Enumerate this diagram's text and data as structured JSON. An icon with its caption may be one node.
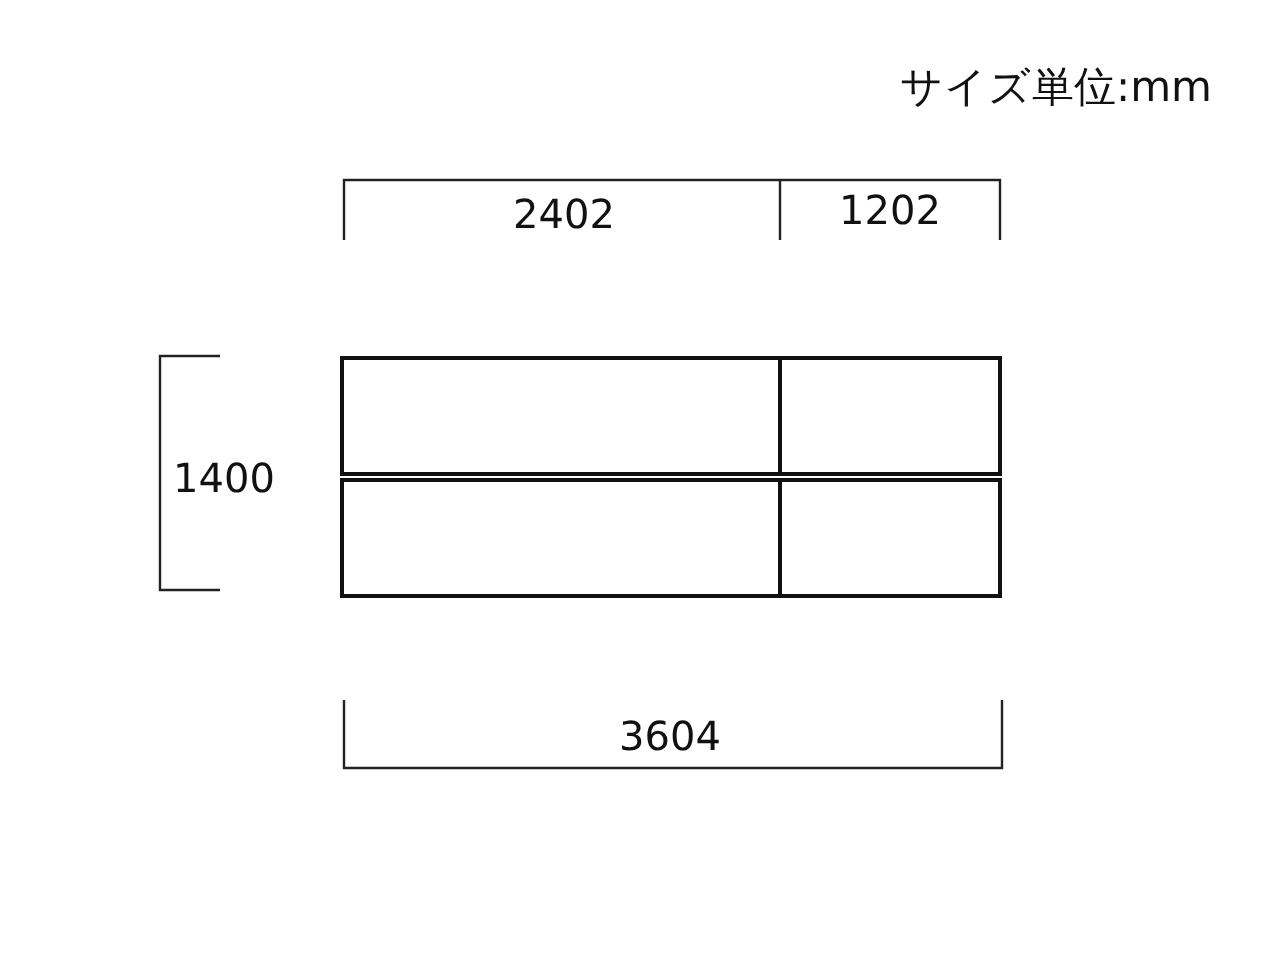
{
  "diagram": {
    "nodes": [
      {
        "text": [],
        "shape": "box"
      },
      {
        "text": [],
        "shape": "box"
      },
      {
        "text": [],
        "shape": "box"
      },
      {
        "text": [],
        "shape": "box"
      }
    ],
    "edges": [],
    "labels": [
      "サイズ単位:mm",
      "2402",
      "1202",
      "1400",
      "3604"
    ]
  }
}
